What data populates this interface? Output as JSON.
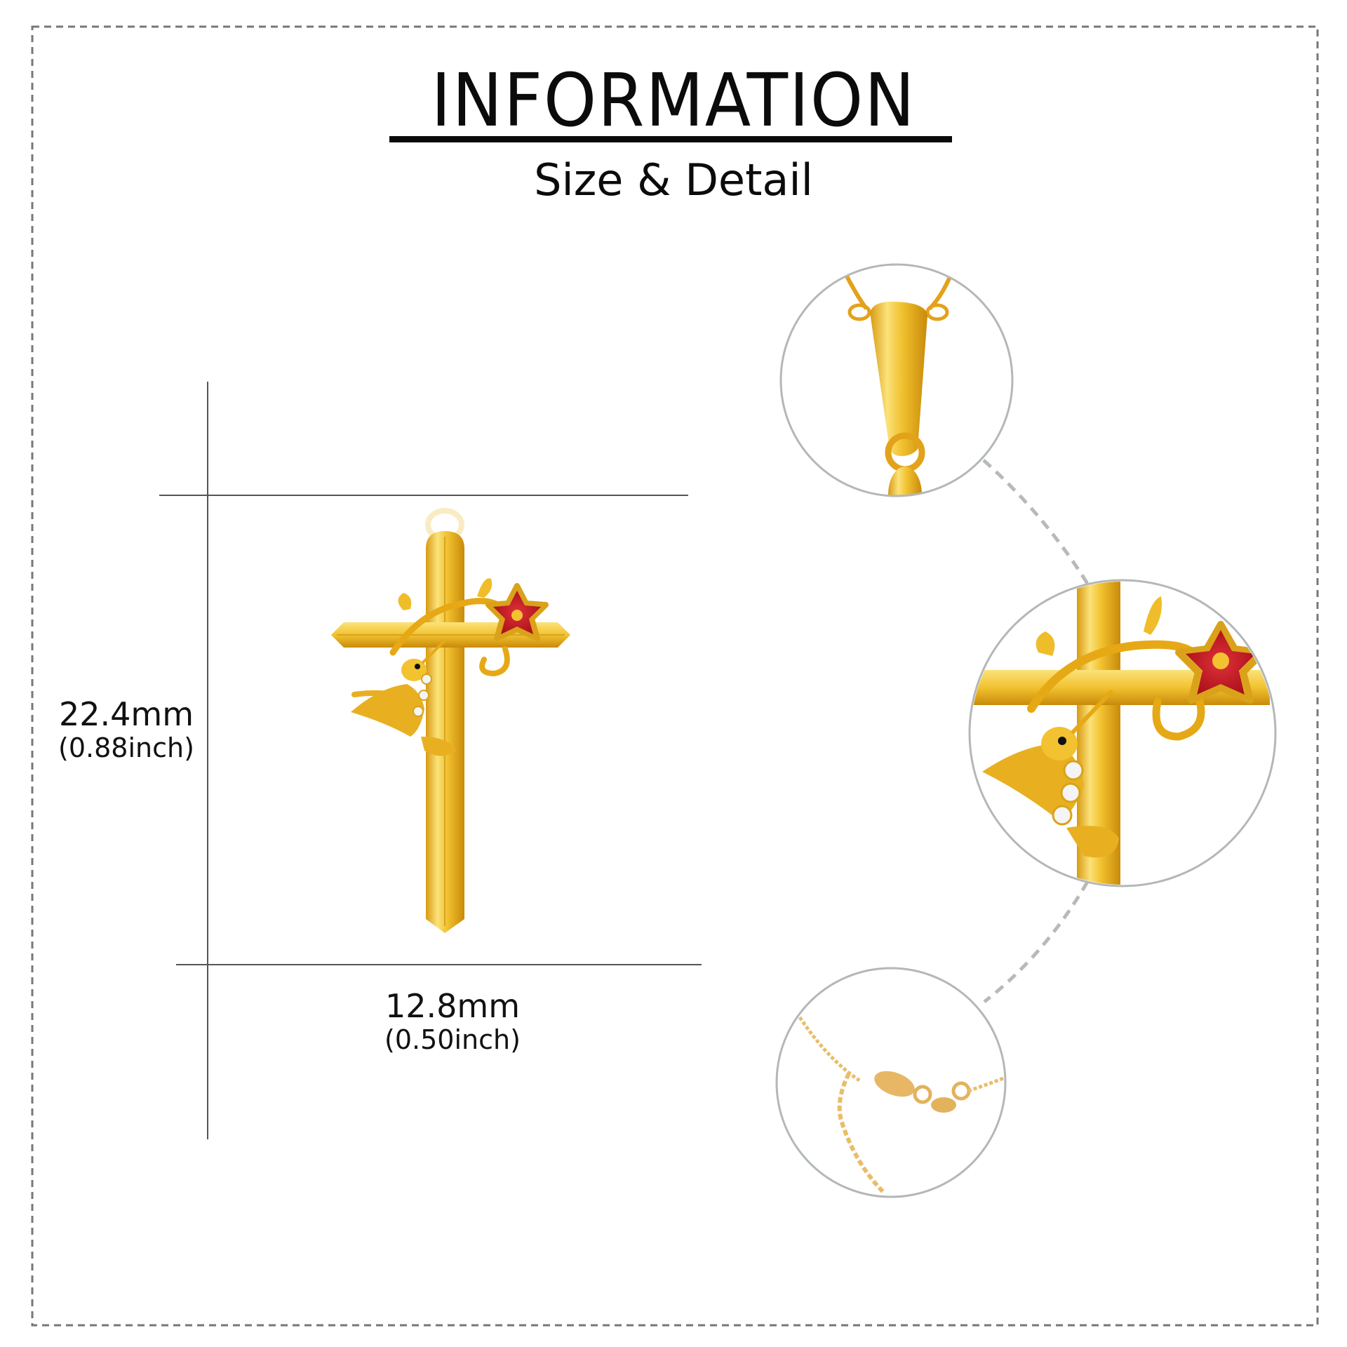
{
  "header": {
    "title": "INFORMATION",
    "subtitle": "Size & Detail"
  },
  "dimensions": {
    "height": {
      "mm": "22.4mm",
      "inch": "(0.88inch)"
    },
    "width": {
      "mm": "12.8mm",
      "inch": "(0.50inch)"
    }
  },
  "product": {
    "name": "cross-pendant-with-hummingbird-and-red-flower",
    "metal_color": "#f2c230",
    "enamel_color": "#c8151c",
    "gem_color": "#f4f4f4"
  },
  "detail_views": [
    {
      "id": "bail",
      "label": "bail-detail"
    },
    {
      "id": "pendant",
      "label": "pendant-detail"
    },
    {
      "id": "clasp",
      "label": "chain-clasp-detail"
    }
  ],
  "colors": {
    "border": "#777777",
    "dimension_lines": "#555555",
    "circle_border": "#b3b8b6",
    "connector": "#b6bab8"
  }
}
